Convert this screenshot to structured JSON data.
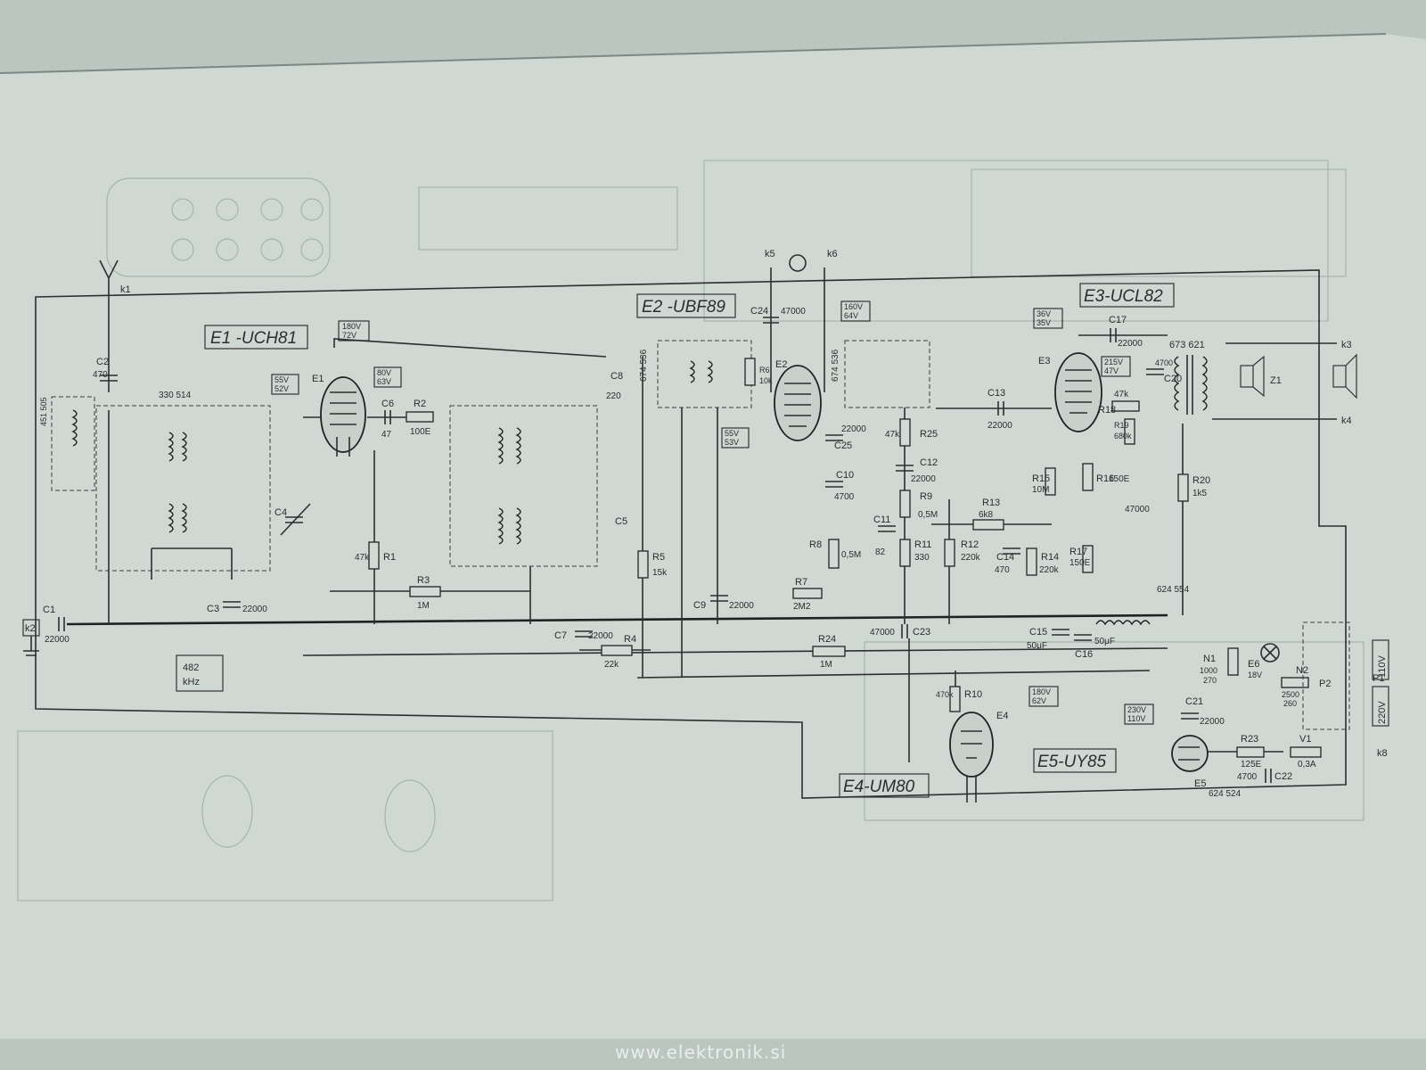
{
  "tubes": {
    "e1": {
      "label": "E1 -UCH81",
      "short": "E1"
    },
    "e2": {
      "label": "E2 -UBF89",
      "short": "E2"
    },
    "e3": {
      "label": "E3-UCL82",
      "short": "E3"
    },
    "e4": {
      "label": "E4-UM80",
      "short": "E4"
    },
    "e5": {
      "label": "E5-UY85",
      "short": "E5"
    }
  },
  "if_box": {
    "line1": "482",
    "line2": "kHz"
  },
  "parts": {
    "k1": "k1",
    "k2": "k2",
    "k3": "k3",
    "k4": "k4",
    "k5": "k5",
    "k6": "k6",
    "k8": "k8",
    "c1": "C1",
    "c1v": "22000",
    "c2": "C2",
    "c2v": "470",
    "c3": "C3",
    "c3v": "22000",
    "c4": "C4",
    "c5": "C5",
    "c6": "C6",
    "c6v": "47",
    "c7": "C7",
    "c7v": "22000",
    "c8": "C8",
    "c8v": "220",
    "c9": "C9",
    "c9v": "22000",
    "c10": "C10",
    "c10v": "4700",
    "c11": "C11",
    "c11v": "82",
    "c12": "C12",
    "c12v": "22000",
    "c13": "C13",
    "c13v": "22000",
    "c14": "C14",
    "c14v": "470",
    "c15": "C15",
    "c15v": "50μF",
    "c16": "C16",
    "c16v": "50μF",
    "c17": "C17",
    "c17v": "22000",
    "c20": "C20",
    "c20v": "4700",
    "c21": "C21",
    "c21v": "22000",
    "c22": "C22",
    "c22v": "4700",
    "c23": "C23",
    "c23v": "47000",
    "c24": "C24",
    "c24v": "47000",
    "c25": "C25",
    "c25v": "22000",
    "c19v": "47000",
    "r1": "R1",
    "r1v": "47k",
    "r2": "R2",
    "r2v": "100E",
    "r3": "R3",
    "r3v": "1M",
    "r4": "R4",
    "r4v": "22k",
    "r5": "R5",
    "r5v": "15k",
    "r6": "R6",
    "r6v": "10k",
    "r7": "R7",
    "r7v": "2M2",
    "r8": "R8",
    "r8v": "0,5M",
    "r9": "R9",
    "r9v": "0,5M",
    "r10": "R10",
    "r10v": "470k",
    "r11": "R11",
    "r11v": "330",
    "r12": "R12",
    "r12v": "220k",
    "r13": "R13",
    "r13v": "6k8",
    "r14": "R14",
    "r14v": "220k",
    "r15": "R15",
    "r15v": "10M",
    "r16": "R16",
    "r16v": "150E",
    "r17": "R17",
    "r17v": "150E",
    "r18": "R18",
    "r18v": "47k",
    "r19": "R19",
    "r19v": "680k",
    "r20": "R20",
    "r20v": "1k5",
    "r23": "R23",
    "r23v": "125E",
    "r24": "R24",
    "r24v": "1M",
    "r25": "R25",
    "r25v": "47k",
    "n1": "N1",
    "n1v": "1000",
    "n1v2": "270",
    "n2": "N2",
    "n2v": "2500",
    "n2v2": "260",
    "e6": "E6",
    "e6v": "18V",
    "z1": "Z1",
    "p1": "P1",
    "p2": "P2",
    "v1": "V1",
    "v1v": "0,3A",
    "tr1": "330 514",
    "tr2": "674 536",
    "tr3": "674 536",
    "tr4": "673 621",
    "tr5": "624 554",
    "tr6": "624 524",
    "coil": "451 505",
    "mains1": "110V",
    "mains2": "220V"
  },
  "volts": {
    "e1a": "180V",
    "e1a2": "72V",
    "e1b": "55V",
    "e1b2": "52V",
    "e1c": "80V",
    "e1c2": "63V",
    "e2a": "160V",
    "e2a2": "64V",
    "e2b": "55V",
    "e2b2": "53V",
    "e3a": "36V",
    "e3a2": "35V",
    "e3b": "215V",
    "e3b2": "47V",
    "e4a": "180V",
    "e4a2": "62V",
    "e5a": "230V",
    "e5a2": "110V"
  },
  "watermark": "www.elektronik.si"
}
